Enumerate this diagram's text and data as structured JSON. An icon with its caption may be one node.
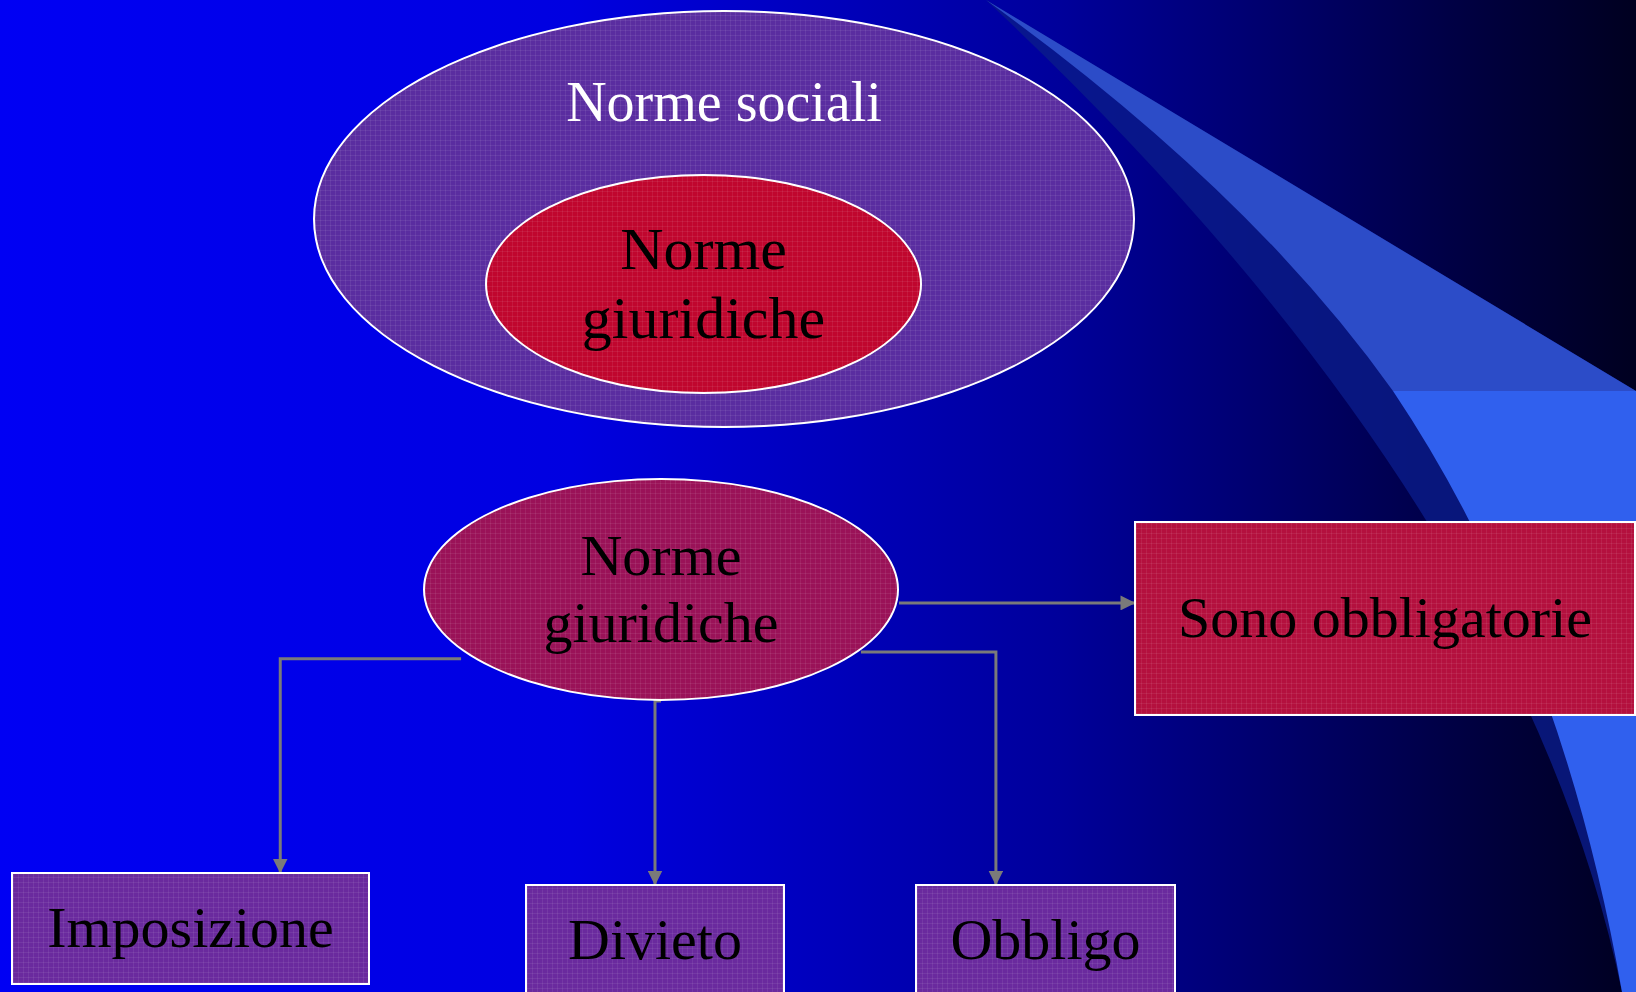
{
  "diagram": {
    "nodes": [
      {
        "text": [
          "Norme sociali"
        ]
      },
      {
        "text": [
          "Norme giuridiche"
        ],
        "in": 0
      },
      {
        "text": [
          "Norme giuridiche"
        ]
      },
      {
        "text": [
          "Sono obbligatorie"
        ]
      },
      {
        "text": [
          "Imposizione"
        ]
      },
      {
        "text": [
          "Divieto"
        ]
      },
      {
        "text": [
          "Obbligo"
        ]
      }
    ],
    "edges": [
      {
        "from": 2,
        "to": 3,
        "arrow": "to"
      },
      {
        "from": 2,
        "to": 4,
        "arrow": "to"
      },
      {
        "from": 2,
        "to": 5,
        "arrow": "to"
      },
      {
        "from": 2,
        "to": 6,
        "arrow": "to"
      }
    ]
  }
}
